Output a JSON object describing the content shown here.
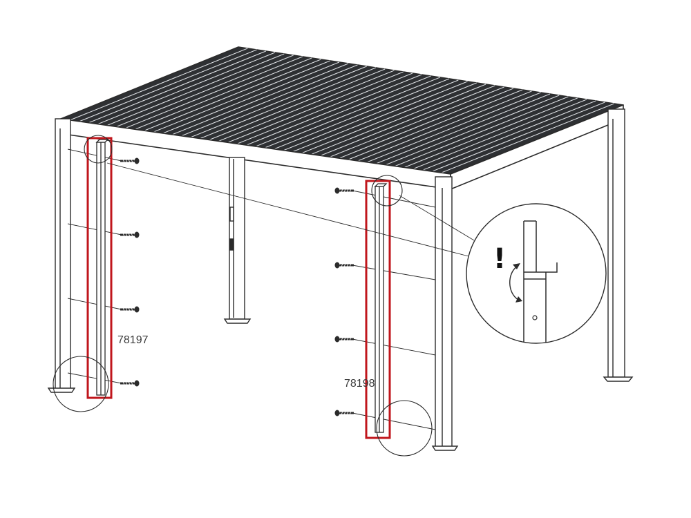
{
  "parts": [
    {
      "id": "left-post-trim",
      "code": "78197",
      "screws": 4
    },
    {
      "id": "right-post-trim",
      "code": "78198",
      "screws": 4
    }
  ],
  "detail": {
    "warning_symbol": "!"
  },
  "colors": {
    "line": "#2b2b2b",
    "highlight": "#c0161c",
    "roof_dark": "#2e3033",
    "background": "#ffffff"
  }
}
